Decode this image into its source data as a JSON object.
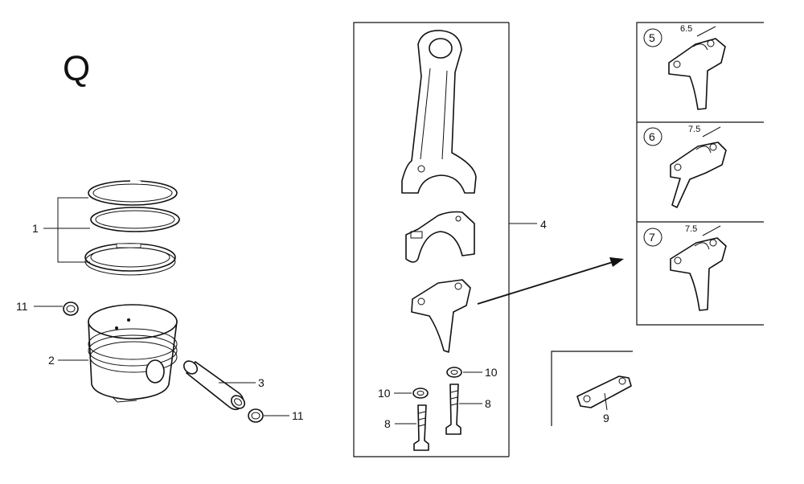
{
  "diagram": {
    "section_letter": "Q",
    "labels": {
      "p1": "1",
      "p2": "2",
      "p3": "3",
      "p4": "4",
      "p5": "5",
      "p6": "6",
      "p7": "7",
      "p8a": "8",
      "p8b": "8",
      "p9": "9",
      "p10a": "10",
      "p10b": "10",
      "p11a": "11",
      "p11b": "11"
    },
    "dimensions": {
      "d5": "6.5",
      "d6": "7.5",
      "d7": "7.5"
    }
  }
}
